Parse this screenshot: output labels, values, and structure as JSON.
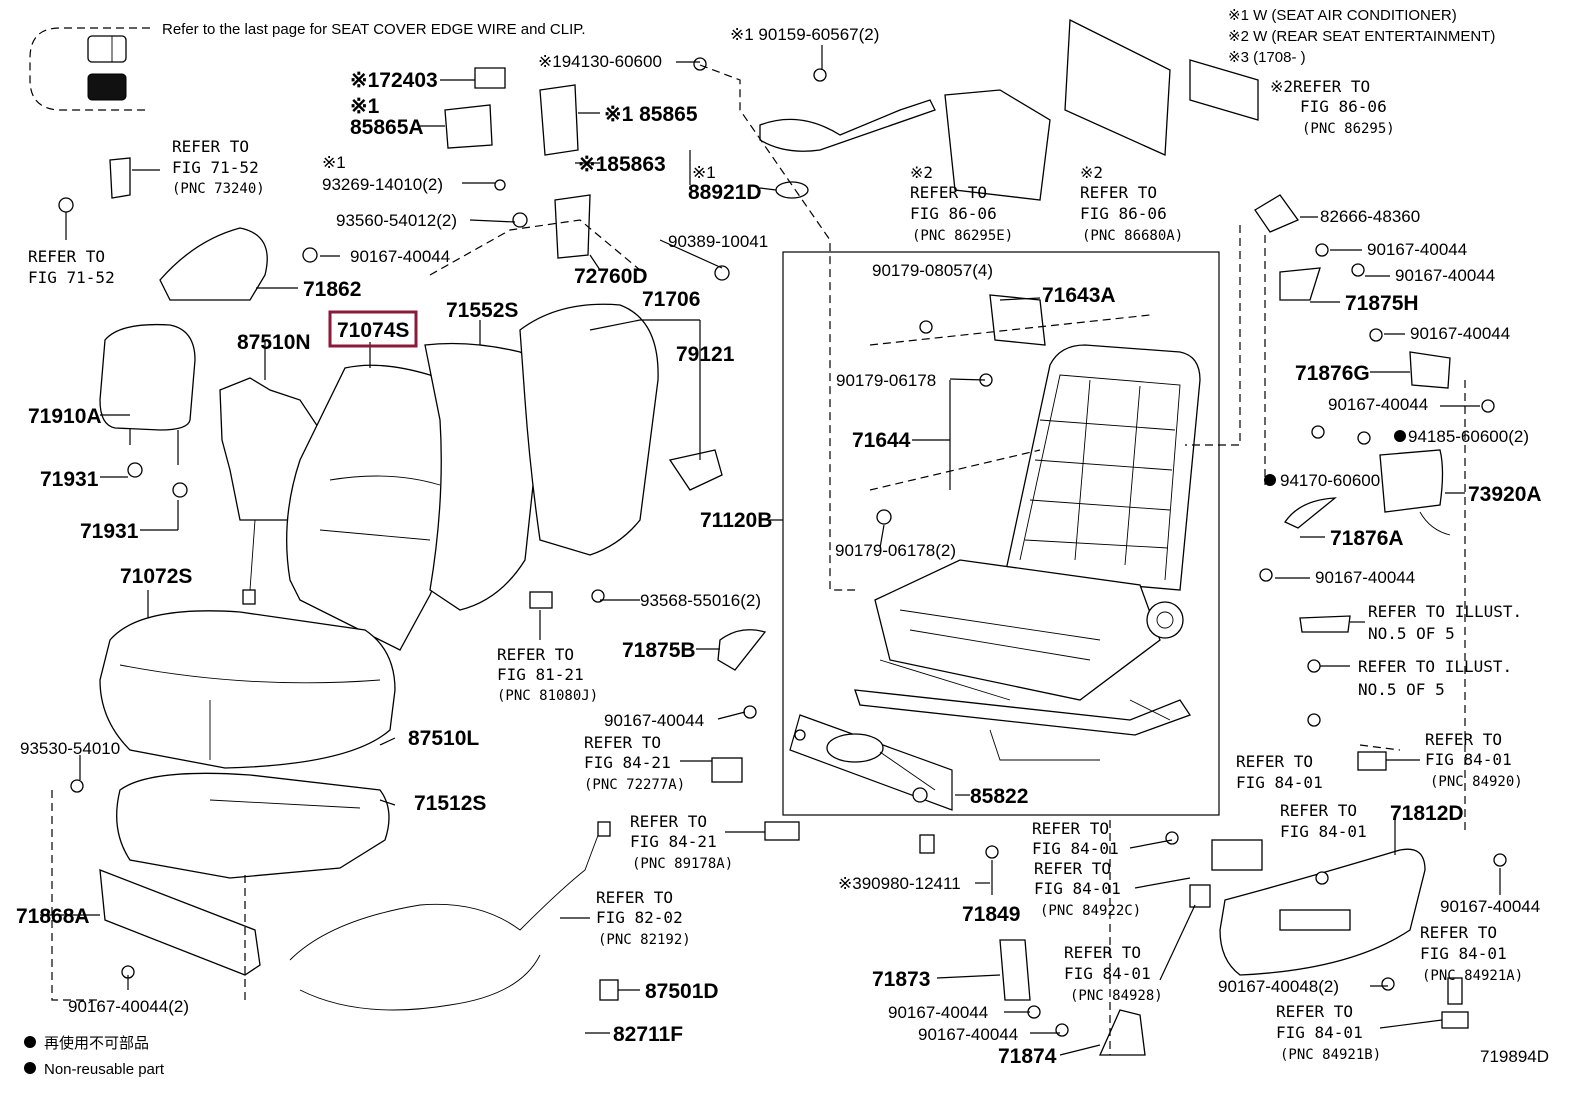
{
  "notes": {
    "seat_cover_ref": "Refer to the last page for SEAT COVER EDGE WIRE and CLIP.",
    "n1": "※1  W (SEAT AIR CONDITIONER)",
    "n2": "※2  W (REAR SEAT ENTERTAINMENT)",
    "n3": "※3 (1708-       )",
    "legend_jp": "再使用不可部品",
    "legend_en": "Non-reusable part",
    "figure_id": "719894D"
  },
  "highlight": {
    "part": "71074S",
    "color": "#8b1a3a"
  },
  "labels": {
    "p72403": "※172403",
    "p85865a_mark": "※1",
    "p85865a": "85865A",
    "p93269_mark": "※1",
    "p93269": "93269-14010(2)",
    "p94130": "※194130-60600",
    "p85865": "※1 85865",
    "p185863": "※185863",
    "p88921_mark": "※1",
    "p88921d": "88921D",
    "p90159": "※1 90159-60567(2)",
    "p93560": "93560-54012(2)",
    "p72760d": "72760D",
    "p90389": "90389-10041",
    "p90167a": "90167-40044",
    "p71862": "71862",
    "p71552s": "71552S",
    "p71706": "71706",
    "p79121": "79121",
    "p87510n": "87510N",
    "p71074s": "71074S",
    "p71910a": "71910A",
    "p71931a": "71931",
    "p71931b": "71931",
    "p71072s": "71072S",
    "p93530": "93530-54010",
    "p87510l": "87510L",
    "p71512s": "71512S",
    "p71868a": "71868A",
    "p90167_2": "90167-40044(2)",
    "p93568": "93568-55016(2)",
    "p71875b": "71875B",
    "p90167b": "90167-40044",
    "p71120b": "71120B",
    "p90179_4": "90179-08057(4)",
    "p71643a": "71643A",
    "p90179a": "90179-06178",
    "p71644": "71644",
    "p90179b": "90179-06178(2)",
    "p85822": "85822",
    "p87501d": "87501D",
    "p82711f": "82711F",
    "p90980": "※390980-12411",
    "p71849": "71849",
    "p71873": "71873",
    "p90167c": "90167-40044",
    "p90167d": "90167-40044",
    "p71874": "71874",
    "p82666": "82666-48360",
    "p90167e": "90167-40044",
    "p90167f": "90167-40044",
    "p71875h": "71875H",
    "p90167g": "90167-40044",
    "p71876g": "71876G",
    "p90167h": "90167-40044",
    "p94185": "94185-60600(2)",
    "p94170": "94170-60600",
    "p73920a": "73920A",
    "p71876a": "71876A",
    "p90167i": "90167-40044",
    "p71812d": "71812D",
    "p90167j": "90167-40044",
    "p90167_48": "90167-40048(2)"
  },
  "refs": {
    "r73240": [
      "REFER TO",
      "FIG 71-52",
      "(PNC 73240)"
    ],
    "r7152": [
      "REFER TO",
      "FIG 71-52"
    ],
    "r86295e": [
      "※2",
      "REFER TO",
      "FIG 86-06",
      "(PNC 86295E)"
    ],
    "r86680a": [
      "※2",
      "REFER TO",
      "FIG 86-06",
      "(PNC 86680A)"
    ],
    "r86295": [
      "※2REFER TO",
      "FIG 86-06",
      "(PNC 86295)"
    ],
    "r81080j": [
      "REFER TO",
      "FIG 81-21",
      "(PNC 81080J)"
    ],
    "r72277a": [
      "REFER TO",
      "FIG 84-21",
      "(PNC 72277A)"
    ],
    "r89178a": [
      "REFER TO",
      "FIG 84-21",
      "(PNC 89178A)"
    ],
    "r82192": [
      "REFER TO",
      "FIG 82-02",
      "(PNC 82192)"
    ],
    "r84922c_a": [
      "REFER TO",
      "FIG 84-01"
    ],
    "r84922c_b": [
      "REFER TO",
      "FIG 84-01",
      "(PNC 84922C)"
    ],
    "r84928": [
      "REFER TO",
      "FIG 84-01",
      "(PNC 84928)"
    ],
    "illust1": [
      "REFER TO ILLUST.",
      "NO.5 OF 5"
    ],
    "illust2": [
      "REFER TO ILLUST.",
      "NO.5 OF 5"
    ],
    "r8401a": [
      "REFER TO",
      "FIG 84-01"
    ],
    "r84920": [
      "REFER TO",
      "FIG 84-01",
      "(PNC 84920)"
    ],
    "r8401b": [
      "REFER TO",
      "FIG 84-01"
    ],
    "r84921a": [
      "REFER TO",
      "FIG 84-01",
      "(PNC 84921A)"
    ],
    "r84921b": [
      "REFER TO",
      "FIG 84-01",
      "(PNC 84921B)"
    ]
  }
}
